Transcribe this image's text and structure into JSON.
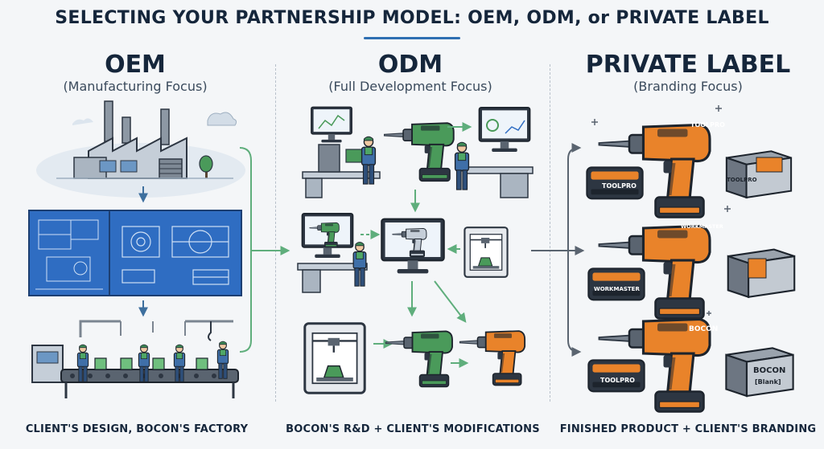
{
  "title": "SELECTING YOUR PARTNERSHIP MODEL: OEM, ODM, or PRIVATE LABEL",
  "columns": [
    {
      "heading": "OEM",
      "subheading": "(Manufacturing Focus)",
      "caption": "CLIENT'S DESIGN, BOCON'S FACTORY"
    },
    {
      "heading": "ODM",
      "subheading": "(Full Development Focus)",
      "caption": "BOCON'S R&D + CLIENT'S MODIFICATIONS"
    },
    {
      "heading": "PRIVATE LABEL",
      "subheading": "(Branding Focus)",
      "caption": "FINISHED PRODUCT + CLIENT'S BRANDING"
    }
  ],
  "brands": {
    "toolpro": "TOOLPRO",
    "workmaster": "WORKMASTER",
    "bocon": "BOCON",
    "bocon_blank": "[Blank]"
  },
  "colors": {
    "navy": "#15263b",
    "blueprint": "#2f6dc2",
    "green": "#4a9a5a",
    "orange": "#e9832a",
    "tool_dark": "#2d3642",
    "arrow_green": "#5fae7c",
    "arrow_grey": "#5a6470"
  }
}
